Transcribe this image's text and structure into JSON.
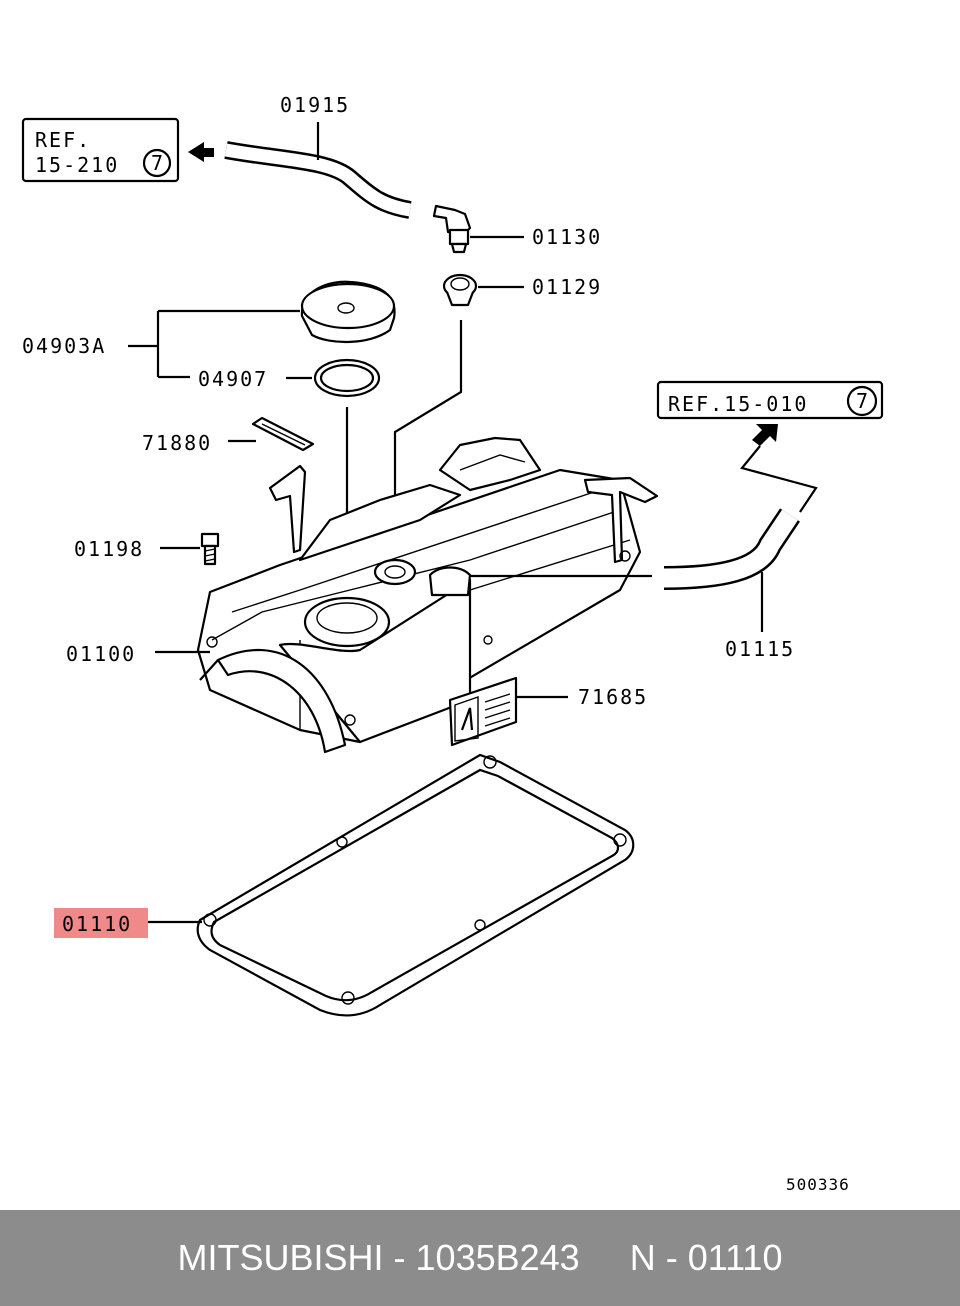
{
  "callouts": {
    "p01915": "01915",
    "p01130": "01130",
    "p01129": "01129",
    "p04903A": "04903A",
    "p04907": "04907",
    "p71880": "71880",
    "p01198": "01198",
    "p01100": "01100",
    "p01115": "01115",
    "p71685": "71685",
    "p01110": "01110"
  },
  "highlighted_part": "01110",
  "highlight_color": "#f08a8a",
  "refs": {
    "left_line1": "REF.",
    "left_line2": "15-210",
    "left_circle": "7",
    "right_text": "REF.15-010",
    "right_circle": "7"
  },
  "diagram_code": "500336",
  "footer": {
    "brand": "MITSUBISHI",
    "sep1": " - ",
    "part_number": "1035B243",
    "gap": "     ",
    "position_label": "N - 01110"
  }
}
